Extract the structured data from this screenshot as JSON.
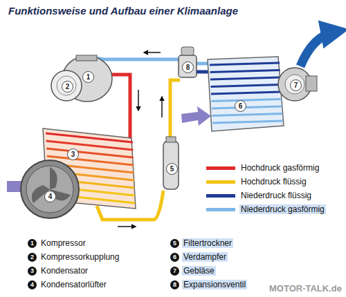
{
  "diagram": {
    "title": "Funktionsweise und Aufbau einer Klimaanlage",
    "labels": [
      "1",
      "2",
      "3",
      "4",
      "5",
      "6",
      "7",
      "8",
      "1",
      "Kompressor",
      "2",
      "Kompressorkupplung",
      "3",
      "Kondensator",
      "4",
      "Kondensatorlüfter",
      "5",
      "Filtertrockner",
      "6",
      "Verdampfer",
      "7",
      "Gebläse",
      "8",
      "Expansionsventil",
      "MOTOR-TALK.de"
    ],
    "legend": [
      {
        "text": "Hochdruck gasförmig",
        "color": "#e02b2b"
      },
      {
        "text": "Hochdruck flüssig",
        "color": "#f3c414"
      },
      {
        "text": "Niederdruck flüssig",
        "color": "#1f3b96"
      },
      {
        "text": "Niederdruck gasförmig",
        "color": "#7db6e8"
      }
    ]
  }
}
